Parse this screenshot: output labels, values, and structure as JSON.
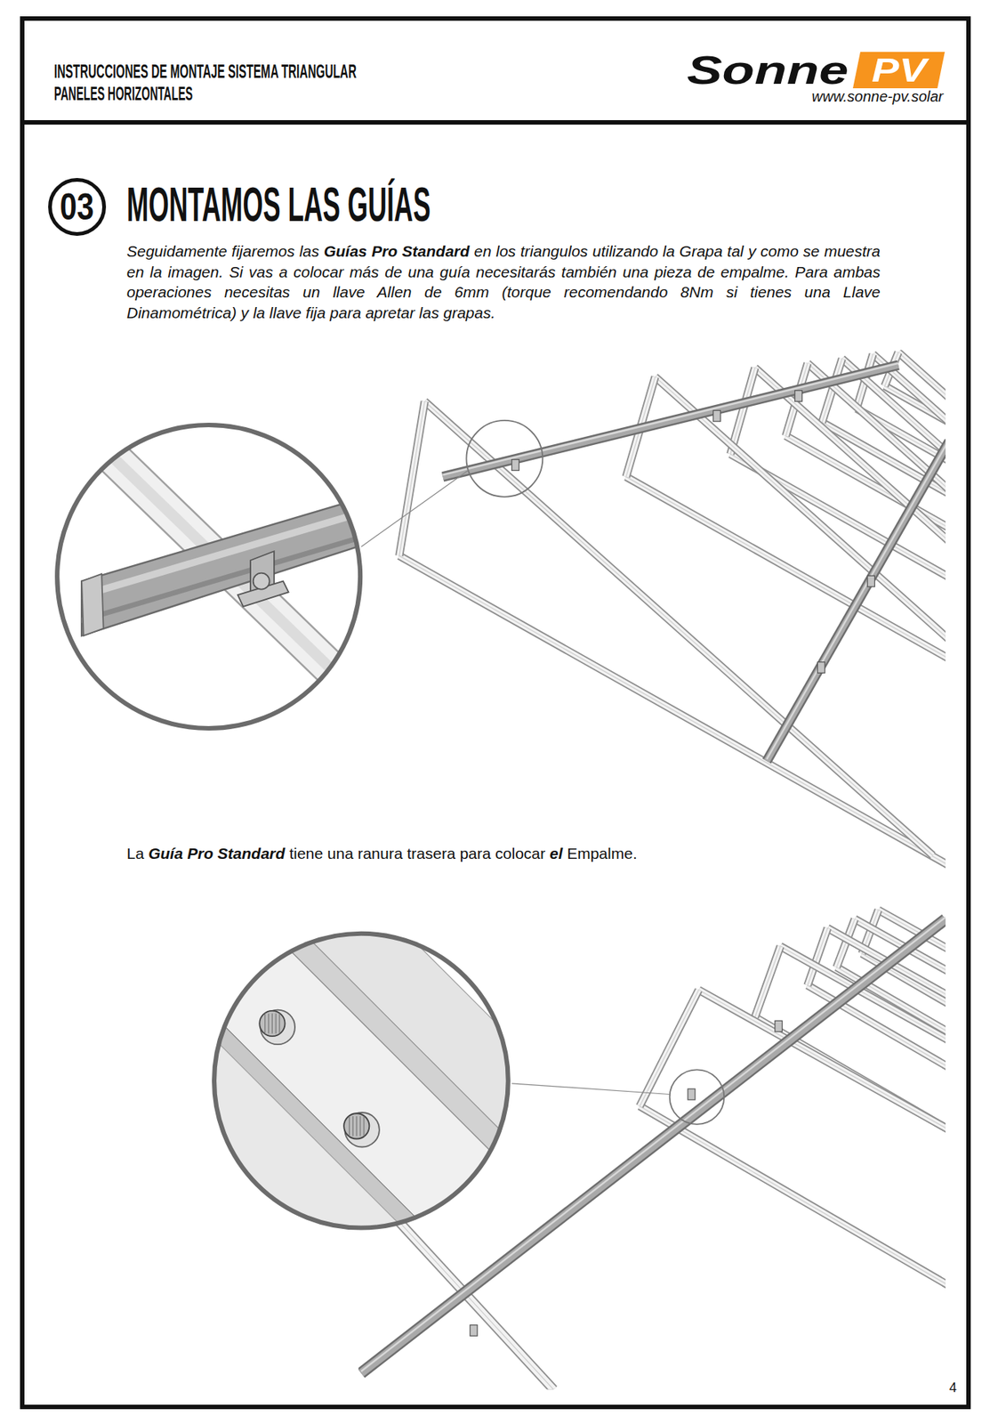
{
  "diagram": {
    "title": "MONTAMOS LAS GUÍAS",
    "nodes": [
      {
        "text": [
          "03"
        ]
      },
      {
        "text": [
          "PV"
        ]
      }
    ],
    "labels": [
      "INSTRUCCIONES DE MONTAJE SISTEMA TRIANGULAR",
      "PANELES HORIZONTALES",
      "Sonne",
      "www.sonne-pv.solar",
      "Seguidamente fijaremos las Guías Pro Standard en los triangulos utilizando la Grapa tal y como se muestra en la imagen. Si vas a colocar más de una guía necesitarás también una pieza de empalme. Para ambas operaciones necesitas un llave Allen de 6mm (torque recomendando 8Nm si tienes una Llave Dinamométrica) y la llave fija para apretar las grapas.",
      "La Guía Pro Standard tiene una ranura trasera para colocar el Empalme.",
      "4"
    ]
  }
}
